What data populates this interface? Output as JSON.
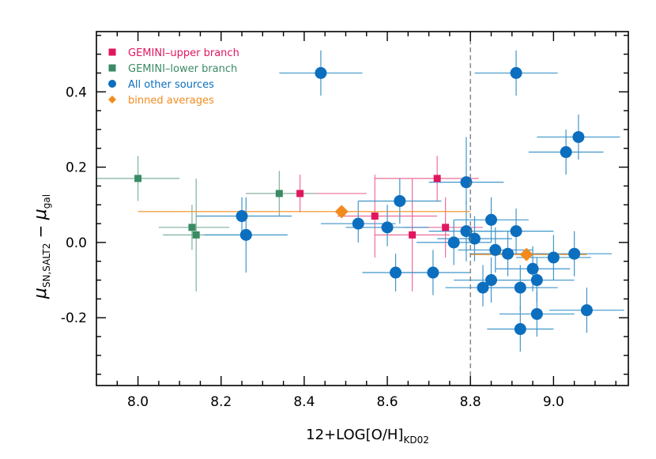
{
  "chart_data": {
    "type": "scatter",
    "xlabel": {
      "main": "12+LOG[O/H]",
      "sub": "KD02"
    },
    "ylabel": {
      "mu": "μ",
      "sub1": "SN,SALT2",
      "minus": " − ",
      "mu2": "μ",
      "sub2": "gal"
    },
    "xlim": [
      7.9,
      9.18
    ],
    "ylim": [
      -0.38,
      0.56
    ],
    "xticks": [
      "8.0",
      "8.2",
      "8.4",
      "8.6",
      "8.8",
      "9.0"
    ],
    "yticks": [
      "0.4",
      "0.2",
      "0.0",
      "-0.2"
    ],
    "xtick_values": [
      8.0,
      8.2,
      8.4,
      8.6,
      8.8,
      9.0
    ],
    "ytick_values": [
      0.4,
      0.2,
      0.0,
      -0.2
    ],
    "vline": {
      "x": 8.8,
      "style": "dashed",
      "color": "#777777"
    },
    "legend_position": "top-left",
    "colors": {
      "upper": "#e0175f",
      "upper_err": "#ec6d9c",
      "lower": "#3a8a64",
      "lower_err": "#7fb39b",
      "other": "#0c6ebe",
      "other_err": "#3f95cb",
      "binned": "#f28b1d"
    },
    "series": [
      {
        "name": "GEMINI–upper branch",
        "key": "upper",
        "marker": "square",
        "points": [
          {
            "x": 8.39,
            "y": 0.13,
            "xl": 8.26,
            "xh": 8.55,
            "yl": 0.08,
            "yh": 0.18
          },
          {
            "x": 8.57,
            "y": 0.07,
            "xl": 8.48,
            "xh": 8.72,
            "yl": -0.04,
            "yh": 0.18
          },
          {
            "x": 8.66,
            "y": 0.02,
            "xl": 8.57,
            "xh": 8.75,
            "yl": -0.13,
            "yh": 0.17
          },
          {
            "x": 8.72,
            "y": 0.17,
            "xl": 8.57,
            "xh": 8.82,
            "yl": 0.11,
            "yh": 0.23
          },
          {
            "x": 8.74,
            "y": 0.04,
            "xl": 8.64,
            "xh": 8.83,
            "yl": -0.04,
            "yh": 0.12
          }
        ]
      },
      {
        "name": "GEMINI–lower branch",
        "key": "lower",
        "marker": "square",
        "points": [
          {
            "x": 8.0,
            "y": 0.17,
            "xl": 7.9,
            "xh": 8.1,
            "yl": 0.11,
            "yh": 0.23
          },
          {
            "x": 8.13,
            "y": 0.04,
            "xl": 8.05,
            "xh": 8.22,
            "yl": -0.02,
            "yh": 0.1
          },
          {
            "x": 8.14,
            "y": 0.02,
            "xl": 8.06,
            "xh": 8.25,
            "yl": -0.13,
            "yh": 0.17
          },
          {
            "x": 8.34,
            "y": 0.13,
            "xl": 8.26,
            "xh": 8.43,
            "yl": 0.07,
            "yh": 0.19
          }
        ]
      },
      {
        "name": "All other sources",
        "key": "other",
        "marker": "circle",
        "points": [
          {
            "x": 8.25,
            "y": 0.07,
            "xl": 8.14,
            "xh": 8.37,
            "yl": 0.02,
            "yh": 0.12
          },
          {
            "x": 8.26,
            "y": 0.02,
            "xl": 8.16,
            "xh": 8.36,
            "yl": -0.08,
            "yh": 0.12
          },
          {
            "x": 8.44,
            "y": 0.45,
            "xl": 8.34,
            "xh": 8.54,
            "yl": 0.39,
            "yh": 0.51
          },
          {
            "x": 8.53,
            "y": 0.05,
            "xl": 8.44,
            "xh": 8.62,
            "yl": 0.0,
            "yh": 0.11
          },
          {
            "x": 8.6,
            "y": 0.04,
            "xl": 8.5,
            "xh": 8.7,
            "yl": -0.01,
            "yh": 0.1
          },
          {
            "x": 8.62,
            "y": -0.08,
            "xl": 8.54,
            "xh": 8.7,
            "yl": -0.13,
            "yh": -0.03
          },
          {
            "x": 8.63,
            "y": 0.11,
            "xl": 8.53,
            "xh": 8.73,
            "yl": 0.05,
            "yh": 0.17
          },
          {
            "x": 8.71,
            "y": -0.08,
            "xl": 8.62,
            "xh": 8.8,
            "yl": -0.14,
            "yh": -0.02
          },
          {
            "x": 8.76,
            "y": 0.0,
            "xl": 8.67,
            "xh": 8.85,
            "yl": -0.06,
            "yh": 0.06
          },
          {
            "x": 8.79,
            "y": 0.16,
            "xl": 8.7,
            "xh": 8.88,
            "yl": 0.1,
            "yh": 0.28
          },
          {
            "x": 8.79,
            "y": 0.03,
            "xl": 8.7,
            "xh": 8.88,
            "yl": -0.05,
            "yh": 0.11
          },
          {
            "x": 8.81,
            "y": 0.01,
            "xl": 8.72,
            "xh": 8.9,
            "yl": -0.05,
            "yh": 0.07
          },
          {
            "x": 8.83,
            "y": -0.12,
            "xl": 8.74,
            "xh": 8.92,
            "yl": -0.17,
            "yh": -0.06
          },
          {
            "x": 8.85,
            "y": 0.06,
            "xl": 8.76,
            "xh": 8.94,
            "yl": 0.0,
            "yh": 0.12
          },
          {
            "x": 8.85,
            "y": -0.1,
            "xl": 8.76,
            "xh": 8.94,
            "yl": -0.16,
            "yh": -0.04
          },
          {
            "x": 8.86,
            "y": -0.02,
            "xl": 8.77,
            "xh": 8.95,
            "yl": -0.08,
            "yh": 0.04
          },
          {
            "x": 8.89,
            "y": -0.03,
            "xl": 8.8,
            "xh": 8.98,
            "yl": -0.09,
            "yh": 0.03
          },
          {
            "x": 8.91,
            "y": 0.45,
            "xl": 8.81,
            "xh": 9.01,
            "yl": 0.39,
            "yh": 0.51
          },
          {
            "x": 8.91,
            "y": 0.03,
            "xl": 8.82,
            "xh": 9.0,
            "yl": -0.03,
            "yh": 0.09
          },
          {
            "x": 8.92,
            "y": -0.12,
            "xl": 8.83,
            "xh": 9.01,
            "yl": -0.18,
            "yh": -0.06
          },
          {
            "x": 8.92,
            "y": -0.23,
            "xl": 8.84,
            "xh": 9.0,
            "yl": -0.29,
            "yh": -0.17
          },
          {
            "x": 8.95,
            "y": -0.07,
            "xl": 8.86,
            "xh": 9.04,
            "yl": -0.13,
            "yh": -0.01
          },
          {
            "x": 8.96,
            "y": -0.1,
            "xl": 8.87,
            "xh": 9.05,
            "yl": -0.16,
            "yh": -0.04
          },
          {
            "x": 8.96,
            "y": -0.19,
            "xl": 8.87,
            "xh": 9.05,
            "yl": -0.25,
            "yh": -0.13
          },
          {
            "x": 9.0,
            "y": -0.04,
            "xl": 8.91,
            "xh": 9.09,
            "yl": -0.1,
            "yh": 0.02
          },
          {
            "x": 9.03,
            "y": 0.24,
            "xl": 8.94,
            "xh": 9.12,
            "yl": 0.18,
            "yh": 0.3
          },
          {
            "x": 9.05,
            "y": -0.03,
            "xl": 8.96,
            "xh": 9.14,
            "yl": -0.09,
            "yh": 0.03
          },
          {
            "x": 9.06,
            "y": 0.28,
            "xl": 8.96,
            "xh": 9.16,
            "yl": 0.22,
            "yh": 0.34
          },
          {
            "x": 9.08,
            "y": -0.18,
            "xl": 8.99,
            "xh": 9.17,
            "yl": -0.24,
            "yh": -0.12
          }
        ]
      },
      {
        "name": "binned averages",
        "key": "binned",
        "marker": "diamond",
        "points": [
          {
            "x": 8.49,
            "y": 0.082,
            "xl": 8.0,
            "xh": 8.8,
            "yl": 0.082,
            "yh": 0.082
          },
          {
            "x": 8.935,
            "y": -0.032,
            "xl": 8.8,
            "xh": 9.08,
            "yl": -0.032,
            "yh": -0.032
          }
        ]
      }
    ]
  }
}
